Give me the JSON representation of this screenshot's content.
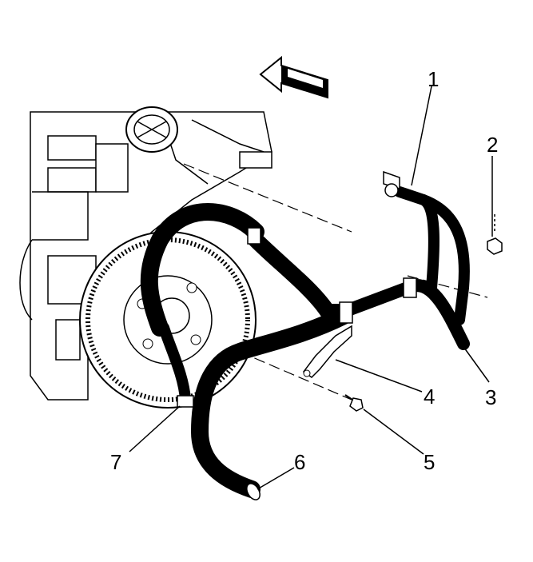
{
  "callouts": [
    {
      "id": "1",
      "text": "1"
    },
    {
      "id": "2",
      "text": "2"
    },
    {
      "id": "3",
      "text": "3"
    },
    {
      "id": "4",
      "text": "4"
    },
    {
      "id": "5",
      "text": "5"
    },
    {
      "id": "6",
      "text": "6"
    },
    {
      "id": "7",
      "text": "7"
    }
  ],
  "colors": {
    "line": "#000000",
    "background": "#ffffff",
    "shade": "#cfcfcf"
  }
}
